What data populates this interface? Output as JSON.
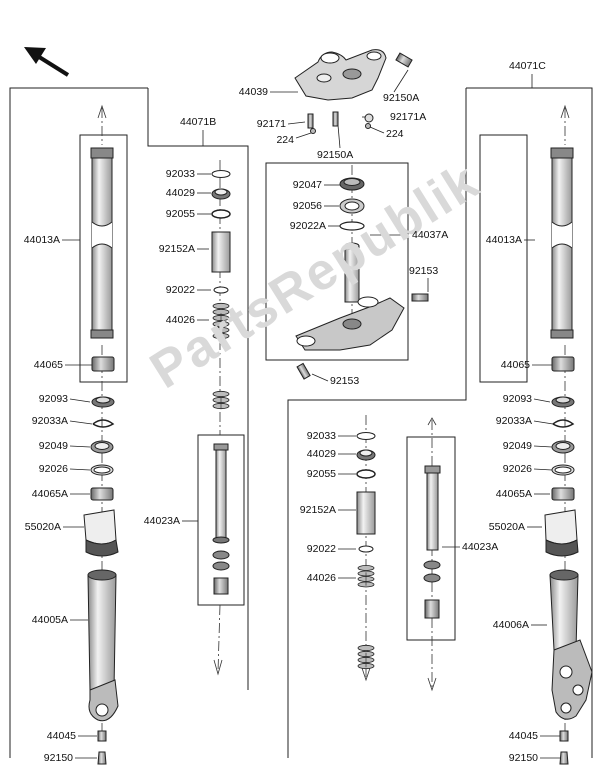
{
  "watermark": "PartsRepublik",
  "labels": {
    "top_44039": "44039",
    "top_92150A_r": "92150A",
    "top_92171_l": "92171",
    "top_92171A": "92171A",
    "top_224_l": "224",
    "top_224_r": "224",
    "top_92150A_b": "92150A",
    "set_44071B": "44071B",
    "set_44071C": "44071C",
    "l_44013A": "44013A",
    "l_44065": "44065",
    "l_92093": "92093",
    "l_92033A": "92033A",
    "l_92049": "92049",
    "l_92026": "92026",
    "l_44065A": "44065A",
    "l_55020A": "55020A",
    "l_44005A": "44005A",
    "l_44045": "44045",
    "l_92150": "92150",
    "m_92033": "92033",
    "m_44029": "44029",
    "m_92055": "92055",
    "m_92152A": "92152A",
    "m_92022": "92022",
    "m_44026": "44026",
    "m_44023A": "44023A",
    "c_92047": "92047",
    "c_92056": "92056",
    "c_92022A": "92022A",
    "c_44037A": "44037A",
    "c_92153_r": "92153",
    "c_92153_b": "92153",
    "rm_92033": "92033",
    "rm_44029": "44029",
    "rm_92055": "92055",
    "rm_92152A": "92152A",
    "rm_92022": "92022",
    "rm_44026": "44026",
    "rm_44023A": "44023A",
    "r_44013A": "44013A",
    "r_44065": "44065",
    "r_92093": "92093",
    "r_92033A": "92033A",
    "r_92049": "92049",
    "r_92026": "92026",
    "r_44065A": "44065A",
    "r_55020A": "55020A",
    "r_44006A": "44006A",
    "r_44045": "44045",
    "r_92150": "92150"
  }
}
